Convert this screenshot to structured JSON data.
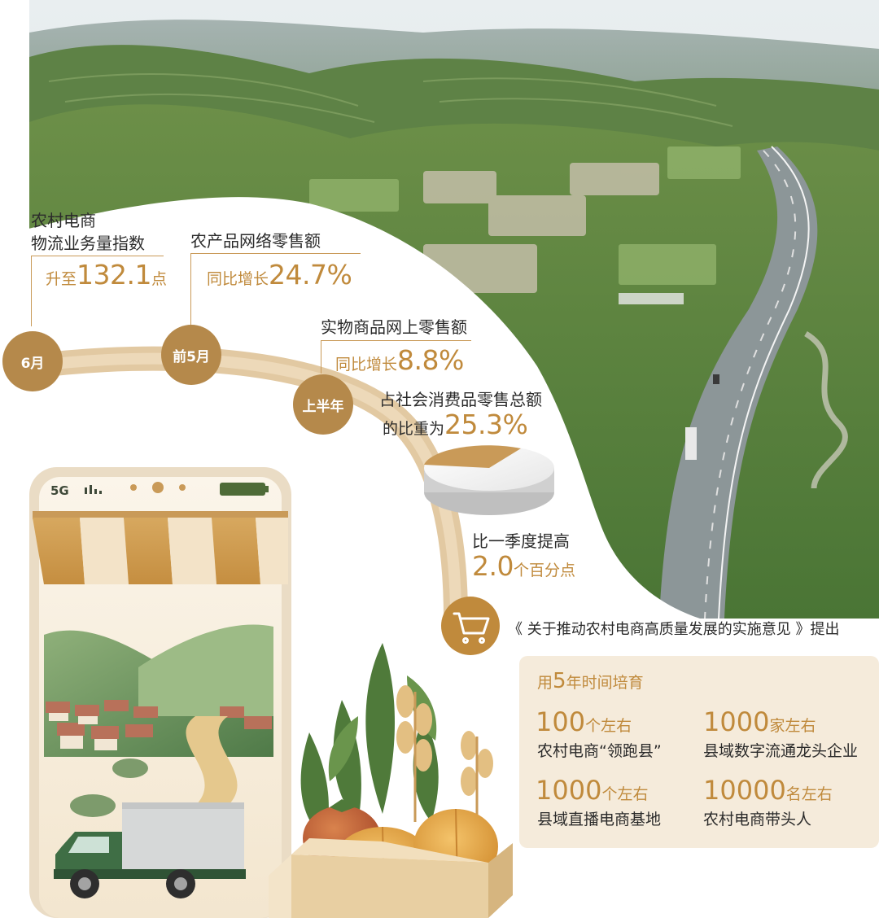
{
  "stats": {
    "logistics": {
      "label_line1": "农村电商",
      "label_line2": "物流业务量指数",
      "value_prefix": "升至",
      "value": "132.1",
      "value_suffix": "点",
      "period": "6月"
    },
    "agri_retail": {
      "label": "农产品网络零售额",
      "value_prefix": "同比增长",
      "value": "24.7%",
      "period": "前5月"
    },
    "physical_retail": {
      "label": "实物商品网上零售额",
      "value_prefix": "同比增长",
      "value": "8.8%",
      "period": "上半年"
    },
    "share": {
      "label_line1": "占社会消费品零售总额",
      "value_prefix": "的比重为",
      "value": "25.3%",
      "change_label": "比一季度提高",
      "change_value": "2.0",
      "change_suffix": "个百分点",
      "pie_fraction": 0.253
    }
  },
  "phone": {
    "network": "5G"
  },
  "policy": {
    "title": "《 关于推动农村电商高质量发展的实施意见 》提出",
    "intro_prefix": "用",
    "intro_number": "5",
    "intro_suffix": "年时间培育",
    "items": [
      {
        "number": "100",
        "unit": "个左右",
        "desc": "农村电商“领跑县”"
      },
      {
        "number": "1000",
        "unit": "家左右",
        "desc": "县域数字流通龙头企业"
      },
      {
        "number": "1000",
        "unit": "个左右",
        "desc": "县域直播电商基地"
      },
      {
        "number": "10000",
        "unit": "名左右",
        "desc": "农村电商带头人"
      }
    ]
  },
  "colors": {
    "accent": "#c08a3c",
    "arc": "#e2c9a2",
    "dot": "#b5894b",
    "box": "#f5ebdb",
    "mountain_green": "#4f7a3a",
    "road": "#7f8a8c"
  }
}
